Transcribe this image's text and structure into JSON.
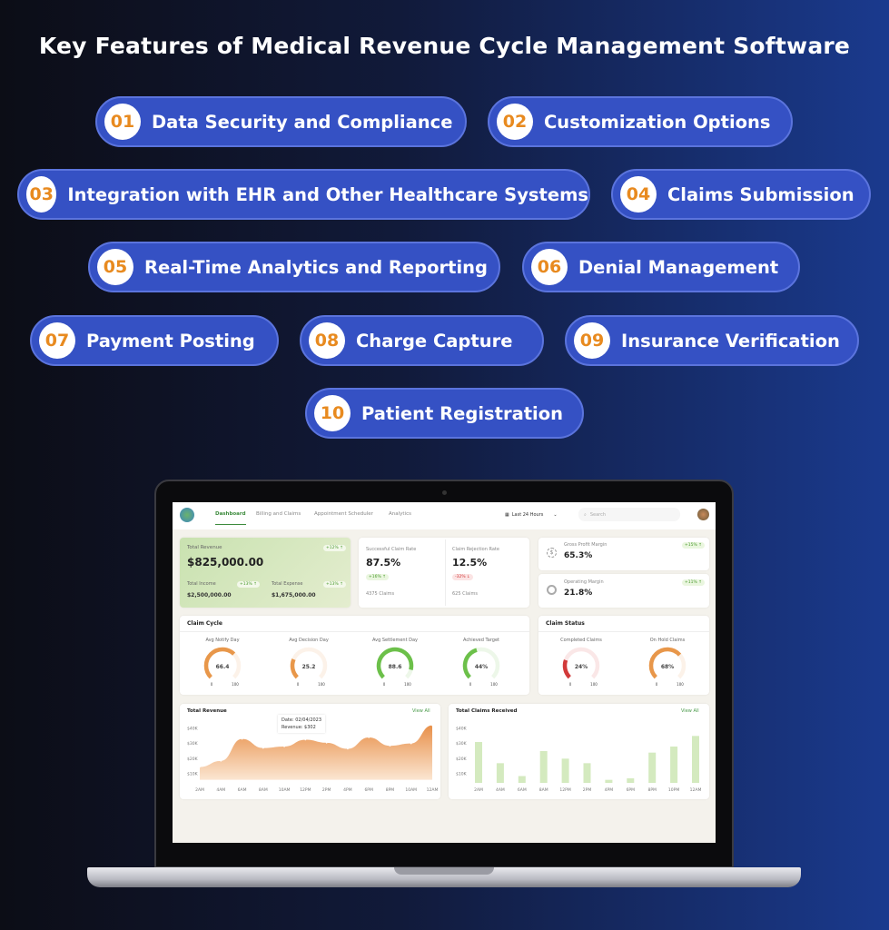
{
  "title": "Key Features of Medical Revenue Cycle Management Software",
  "features": [
    {
      "num": "01",
      "label": "Data Security and Compliance"
    },
    {
      "num": "02",
      "label": "Customization Options"
    },
    {
      "num": "03",
      "label": "Integration with EHR and Other Healthcare Systems"
    },
    {
      "num": "04",
      "label": "Claims Submission"
    },
    {
      "num": "05",
      "label": "Real-Time Analytics and Reporting"
    },
    {
      "num": "06",
      "label": "Denial Management"
    },
    {
      "num": "07",
      "label": "Payment Posting"
    },
    {
      "num": "08",
      "label": "Charge Capture"
    },
    {
      "num": "09",
      "label": "Insurance Verification"
    },
    {
      "num": "10",
      "label": "Patient Registration"
    }
  ],
  "colors": {
    "pill": "#3551c4",
    "number": "#e88a1f",
    "accent_green": "#3d8b3d",
    "gauge_orange": "#e8974a",
    "gauge_green": "#6cc04a",
    "gauge_red": "#d23a3a",
    "bar": "#d4eabf",
    "area": "#eea565"
  },
  "dashboard": {
    "nav": {
      "tabs": [
        "Dashboard",
        "Billing and Claims",
        "Appointment Scheduler",
        "Analytics"
      ],
      "active": "Dashboard",
      "date_filter": "Last 24 Hours",
      "search_placeholder": "Search"
    },
    "revenue": {
      "label": "Total Revenue",
      "value": "$825,000.00",
      "badge": "+12% ↑",
      "income_label": "Total Income",
      "income": "$2,500,000.00",
      "income_badge": "+13% ↑",
      "expense_label": "Total Expense",
      "expense": "$1,675,000.00",
      "expense_badge": "+13% ↑"
    },
    "claims": {
      "success_label": "Successful Claim Rate",
      "success": "87.5%",
      "success_badge": "+16% ↑",
      "success_count": "4375 Claims",
      "reject_label": "Claim Rejection Rate",
      "reject": "12.5%",
      "reject_badge": "-32% ↓",
      "reject_count": "625 Claims"
    },
    "margins": {
      "gross_label": "Gross Profit Margin",
      "gross": "65.3%",
      "gross_badge": "+15% ↑",
      "op_label": "Operating Margin",
      "op": "21.8%",
      "op_badge": "+11% ↑"
    },
    "claim_cycle": {
      "title": "Claim Cycle",
      "gauges": [
        {
          "label": "Avg Notify Day",
          "value": 66.4,
          "text": "66.4",
          "color": "#e8974a"
        },
        {
          "label": "Avg Decision Day",
          "value": 25.2,
          "text": "25.2",
          "color": "#e8974a"
        },
        {
          "label": "Avg Settlement Day",
          "value": 88.6,
          "text": "88.6",
          "color": "#6cc04a"
        },
        {
          "label": "Achieved Target",
          "value": 44,
          "text": "44%",
          "color": "#6cc04a"
        }
      ]
    },
    "claim_status": {
      "title": "Claim Status",
      "gauges": [
        {
          "label": "Completed Claims",
          "value": 24,
          "text": "24%",
          "color": "#d23a3a"
        },
        {
          "label": "On Hold Claims",
          "value": 68,
          "text": "68%",
          "color": "#e8974a"
        }
      ]
    },
    "gauge_min": "0",
    "gauge_max": "100",
    "view_all": "View All"
  },
  "chart_data": [
    {
      "type": "area",
      "title": "Total Revenue",
      "x": [
        "2AM",
        "4AM",
        "6AM",
        "8AM",
        "10AM",
        "12PM",
        "2PM",
        "4PM",
        "6PM",
        "8PM",
        "10AM",
        "12AM"
      ],
      "values": [
        14.5,
        18.5,
        33,
        27,
        28,
        32.5,
        30.5,
        26.5,
        34,
        28.5,
        30,
        42
      ],
      "yticks": [
        "$10K",
        "$20K",
        "$30K",
        "$40K"
      ],
      "ylim": [
        6,
        44
      ],
      "tooltip": {
        "date": "Date: 02/04/2023",
        "value": "Revenue: $302"
      }
    },
    {
      "type": "bar",
      "title": "Total Claims Received",
      "x": [
        "2AM",
        "4AM",
        "6AM",
        "8AM",
        "12PM",
        "2PM",
        "4PM",
        "6PM",
        "8PM",
        "10PM",
        "12AM"
      ],
      "values": [
        31,
        17,
        8.5,
        25,
        20,
        17,
        6,
        7,
        24,
        28,
        35
      ],
      "yticks": [
        "$10K",
        "$20K",
        "$30K",
        "$40K"
      ],
      "ylim": [
        4,
        44
      ]
    }
  ]
}
